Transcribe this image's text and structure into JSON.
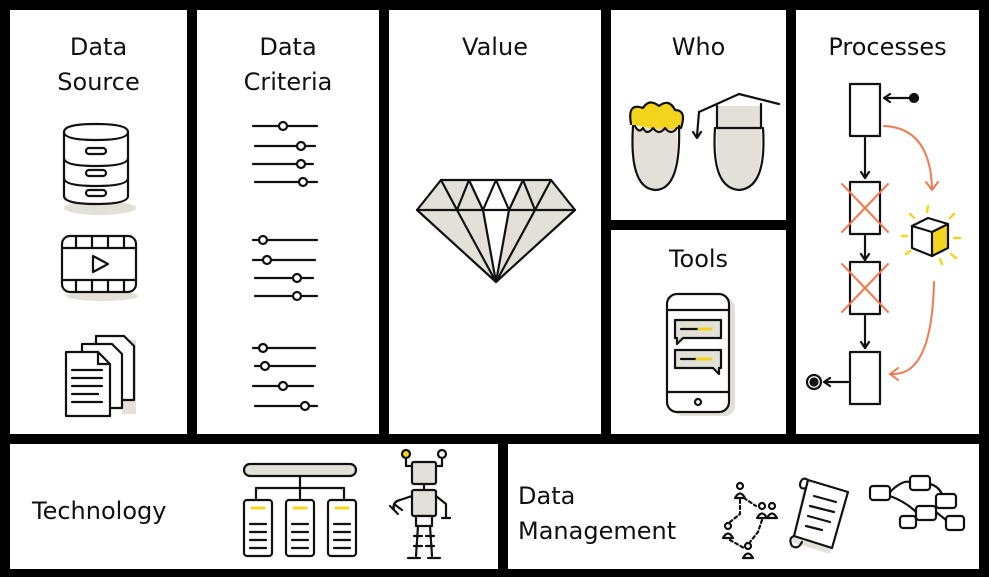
{
  "canvas": {
    "cells": {
      "data_source": {
        "title_line1": "Data",
        "title_line2": "Source"
      },
      "data_criteria": {
        "title_line1": "Data",
        "title_line2": "Criteria"
      },
      "value": {
        "title": "Value"
      },
      "who": {
        "title": "Who"
      },
      "tools": {
        "title": "Tools"
      },
      "processes": {
        "title": "Processes"
      },
      "technology": {
        "title": "Technology"
      },
      "data_management": {
        "title_line1": "Data",
        "title_line2": "Management"
      }
    }
  },
  "colors": {
    "border": "#000000",
    "background": "#ffffff",
    "ink": "#111111",
    "sketch_fill": "#e3e0d8",
    "highlight_yellow": "#f4d51e",
    "arrow_orange": "#f07a52",
    "cross_red": "#f07a52"
  },
  "icons": [
    "database-icon",
    "video-icon",
    "documents-icon",
    "slider-icon",
    "diamond-icon",
    "person-icon",
    "graduate-icon",
    "smartphone-icon",
    "process-flow-icon",
    "server-network-icon",
    "robot-icon",
    "people-network-icon",
    "scroll-icon",
    "flow-network-icon"
  ]
}
